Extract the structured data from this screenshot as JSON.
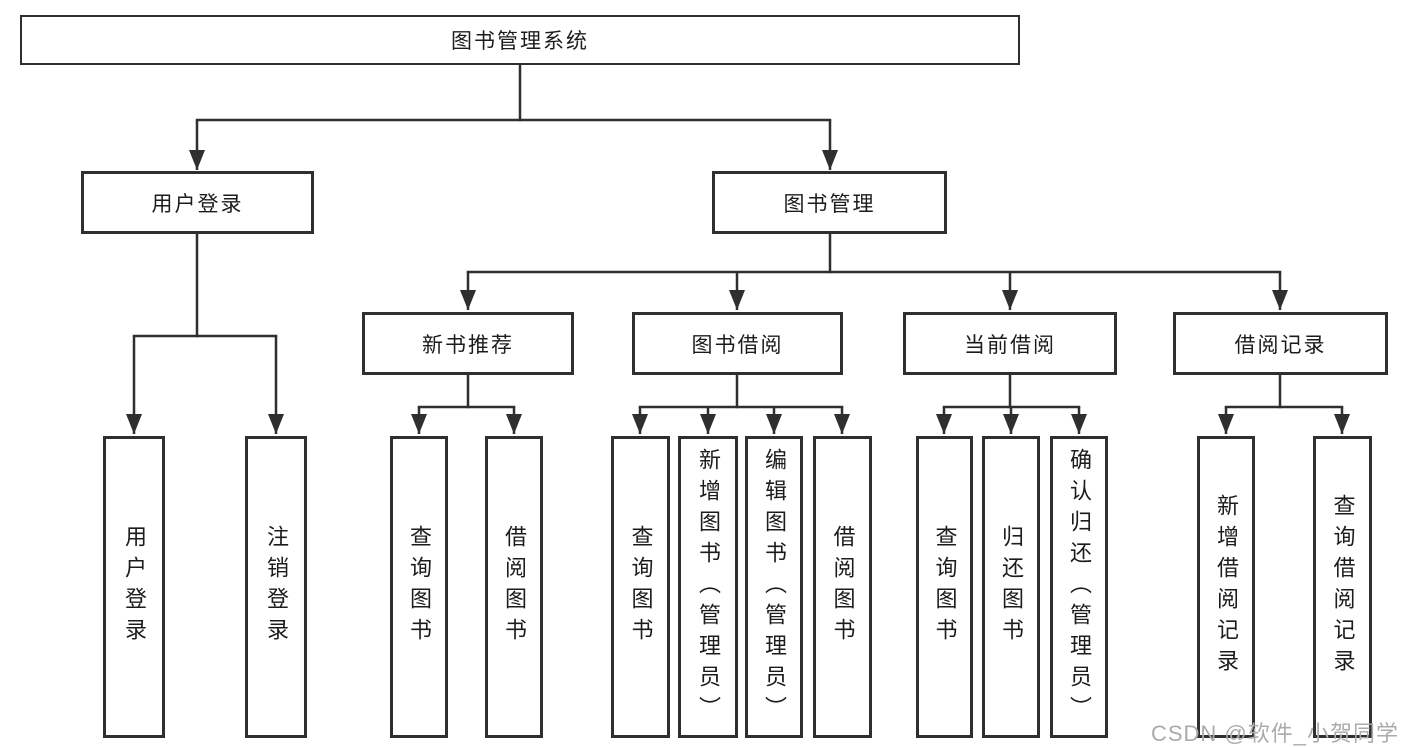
{
  "title": "图书管理系统",
  "colors": {
    "background": "#ffffff",
    "line": "#2f2f2f",
    "text": "#1c1c1c",
    "watermark": "#ababab"
  },
  "tree": {
    "label": "图书管理系统",
    "children": [
      {
        "label": "用户登录",
        "children": [
          {
            "label": "用户登录"
          },
          {
            "label": "注销登录"
          }
        ]
      },
      {
        "label": "图书管理",
        "children": [
          {
            "label": "新书推荐",
            "children": [
              {
                "label": "查询图书"
              },
              {
                "label": "借阅图书"
              }
            ]
          },
          {
            "label": "图书借阅",
            "children": [
              {
                "label": "查询图书"
              },
              {
                "label": "新增图书（管理员）"
              },
              {
                "label": "编辑图书（管理员）"
              },
              {
                "label": "借阅图书"
              }
            ]
          },
          {
            "label": "当前借阅",
            "children": [
              {
                "label": "查询图书"
              },
              {
                "label": "归还图书"
              },
              {
                "label": "确认归还（管理员）"
              }
            ]
          },
          {
            "label": "借阅记录",
            "children": [
              {
                "label": "新增借阅记录"
              },
              {
                "label": "查询借阅记录"
              }
            ]
          }
        ]
      }
    ]
  },
  "watermark": "CSDN @软件_小贺同学"
}
